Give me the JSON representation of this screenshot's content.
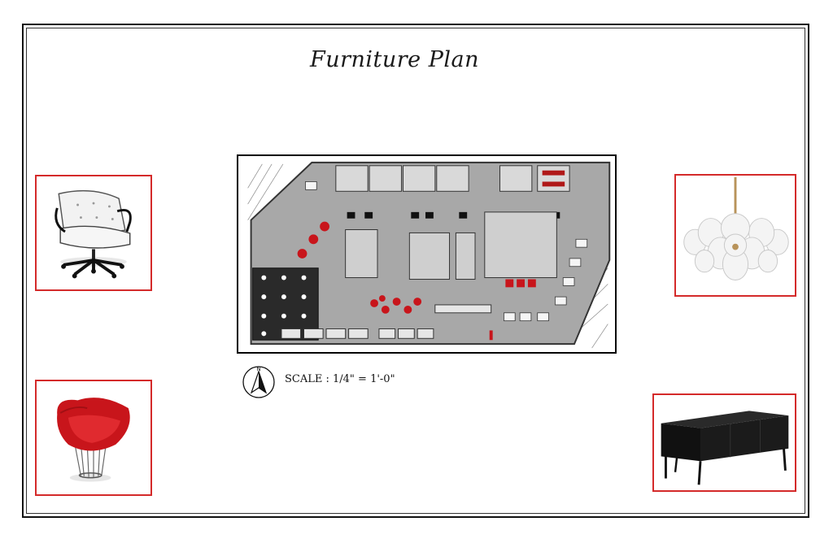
{
  "title": "Furniture Plan",
  "scale_label": "SCALE : 1/4\" = 1'-0\"",
  "north_label": "N",
  "accent_color": "#d42a2a",
  "items": [
    {
      "icon": "office-chair-icon",
      "description": "white tufted executive office chair"
    },
    {
      "icon": "lounge-chair-icon",
      "description": "red wire-base lounge chair"
    },
    {
      "icon": "chandelier-icon",
      "description": "glass disc chandelier"
    },
    {
      "icon": "sideboard-icon",
      "description": "black credenza sideboard"
    }
  ]
}
